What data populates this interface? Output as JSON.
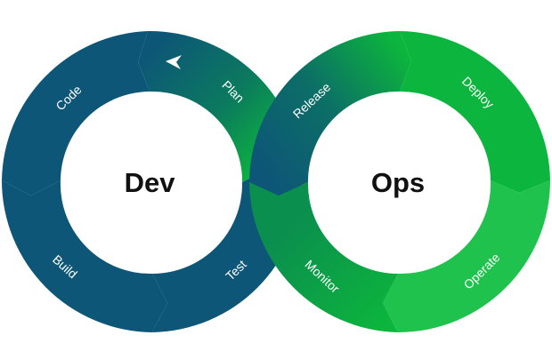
{
  "dev": {
    "label": "Dev"
  },
  "ops": {
    "label": "Ops"
  },
  "phases": [
    {
      "key": "plan",
      "label": "Plan"
    },
    {
      "key": "code",
      "label": "Code"
    },
    {
      "key": "build",
      "label": "Build"
    },
    {
      "key": "test",
      "label": "Test"
    },
    {
      "key": "release",
      "label": "Release"
    },
    {
      "key": "deploy",
      "label": "Deploy"
    },
    {
      "key": "operate",
      "label": "Operate"
    },
    {
      "key": "monitor",
      "label": "Monitor"
    }
  ],
  "colors": {
    "dev_blue": "#0d5677",
    "ops_green": "#0cb53d",
    "ops_green_light": "#1fc24c",
    "divider": "#ffffff",
    "center_text": "#111111"
  },
  "icons": {
    "plan_marker": "arrowhead-icon"
  }
}
